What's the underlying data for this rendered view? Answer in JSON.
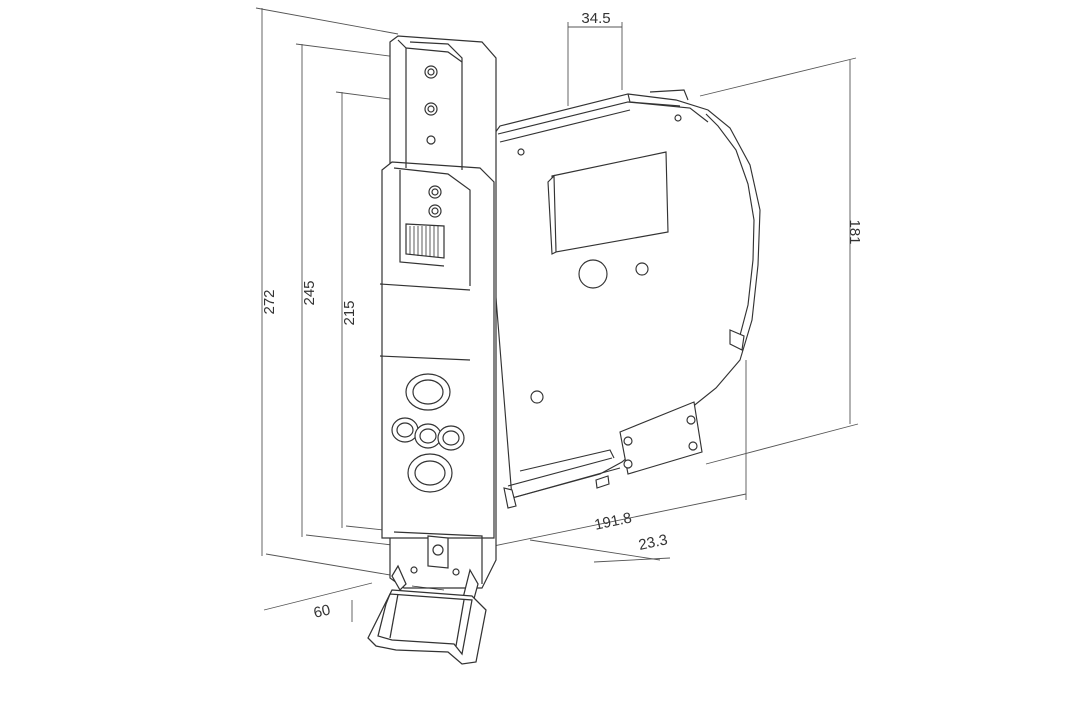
{
  "dimensions": {
    "overall_height": "272",
    "body_height": "245",
    "front_panel_height": "215",
    "case_depth": "181",
    "top_depth": "34.5",
    "housing_width": "191.8",
    "side_offset": "23.3",
    "front_width": "60"
  },
  "colors": {
    "line": "#333333",
    "dimension_line": "#555555",
    "background": "#ffffff"
  }
}
